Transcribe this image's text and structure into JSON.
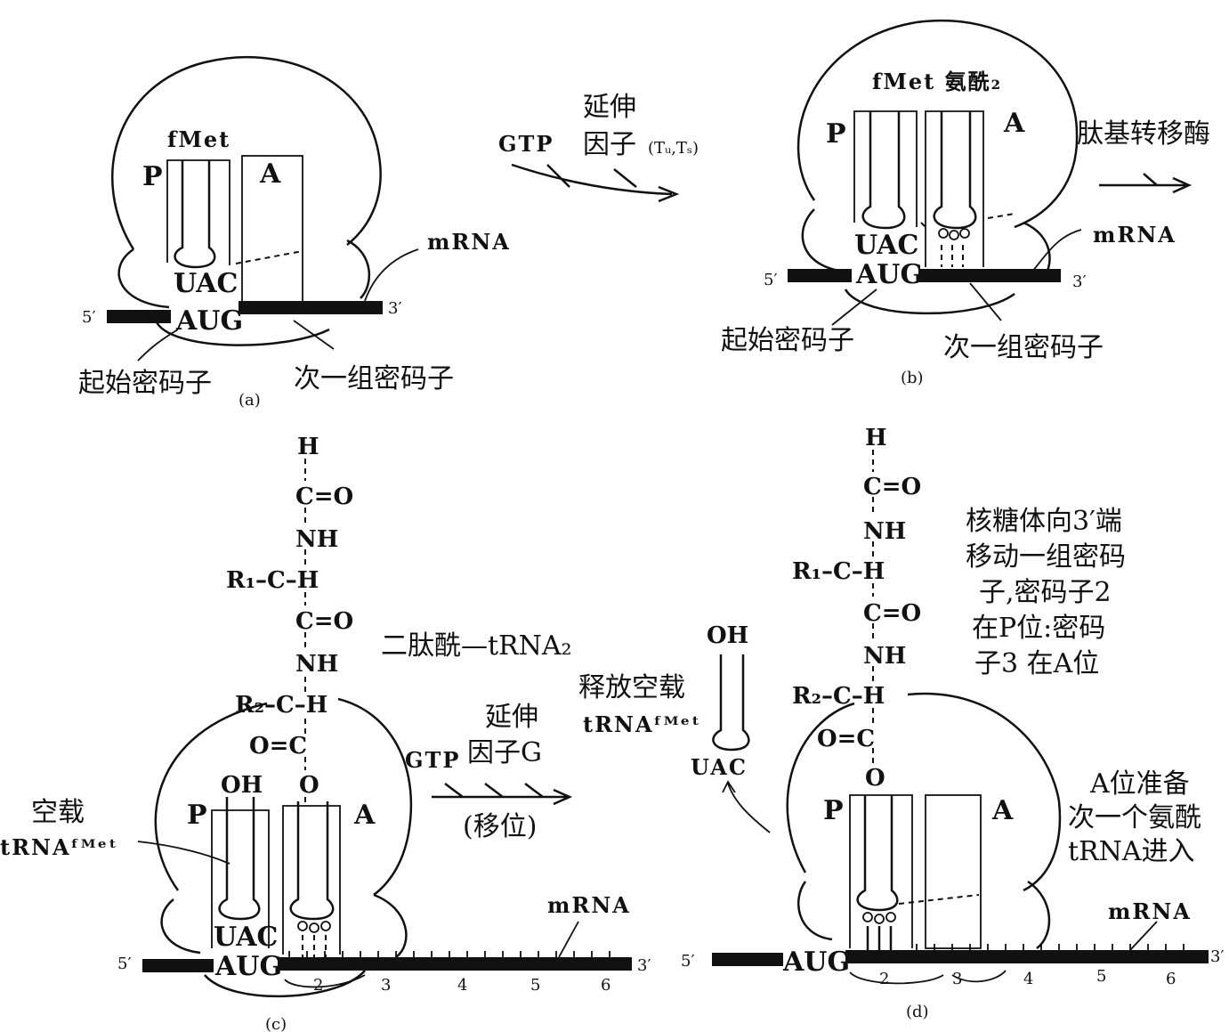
{
  "panel_a": {
    "fmet": "fMet",
    "p_site": "P",
    "a_site": "A",
    "anticodon": "UAC",
    "codon": "AUG",
    "mrna": "mRNA",
    "five_prime": "5′",
    "three_prime": "3′",
    "start_codon_label": "起始密码子",
    "next_codon_label": "次一组密码子",
    "panel_label": "(a)"
  },
  "arrow_ab": {
    "gtp": "GTP",
    "factor_line1": "延伸",
    "factor_line2": "因子",
    "factor_sub": "(Tᵤ,Tₛ)"
  },
  "panel_b": {
    "header": "fMet 氨酰₂",
    "p_site": "P",
    "a_site": "A",
    "anticodon": "UAC",
    "codon": "AUG",
    "mrna": "mRNA",
    "five_prime": "5′",
    "three_prime": "3′",
    "start_codon_label": "起始密码子",
    "next_codon_label": "次一组密码子",
    "panel_label": "(b)",
    "enzyme": "肽基转移酶"
  },
  "panel_c": {
    "chain": [
      "H",
      "C=O",
      "NH",
      "R₁–C–H",
      "C=O",
      "NH",
      "R₂–C–H",
      "O=C",
      "O"
    ],
    "dipeptide_label": "二肽酰—tRNA₂",
    "oh": "OH",
    "p_site": "P",
    "a_site": "A",
    "empty_label_line1": "空载",
    "empty_label_line2": "tRNAᶠᴹᵉᵗ",
    "anticodon": "UAC",
    "codon": "AUG",
    "mrna": "mRNA",
    "five_prime": "5′",
    "three_prime": "3′",
    "codon_numbers": [
      "2",
      "3",
      "4",
      "5",
      "6"
    ],
    "panel_label": "(c)"
  },
  "arrow_cd": {
    "gtp": "GTP",
    "factor_line1": "延伸",
    "factor_line2": "因子G",
    "translocation": "(移位)",
    "release_line1": "释放空载",
    "release_line2": "tRNAᶠᴹᵉᵗ",
    "released_oh": "OH",
    "released_anticodon": "UAC"
  },
  "panel_d": {
    "chain": [
      "H",
      "C=O",
      "NH",
      "R₁–C–H",
      "C=O",
      "NH",
      "R₂–C–H",
      "O=C",
      "O"
    ],
    "note_lines": [
      "核糖体向3′端",
      "移动一组密码",
      "子,密码子2",
      "在P位:密码",
      "子3 在A位"
    ],
    "a_site_note": [
      "A位准备",
      "次一个氨酰",
      "tRNA进入"
    ],
    "p_site": "P",
    "a_site": "A",
    "codon": "AUG",
    "mrna": "mRNA",
    "five_prime": "5′",
    "three_prime": "3′",
    "codon_numbers": [
      "2",
      "3",
      "4",
      "5",
      "6"
    ],
    "panel_label": "(d)"
  }
}
